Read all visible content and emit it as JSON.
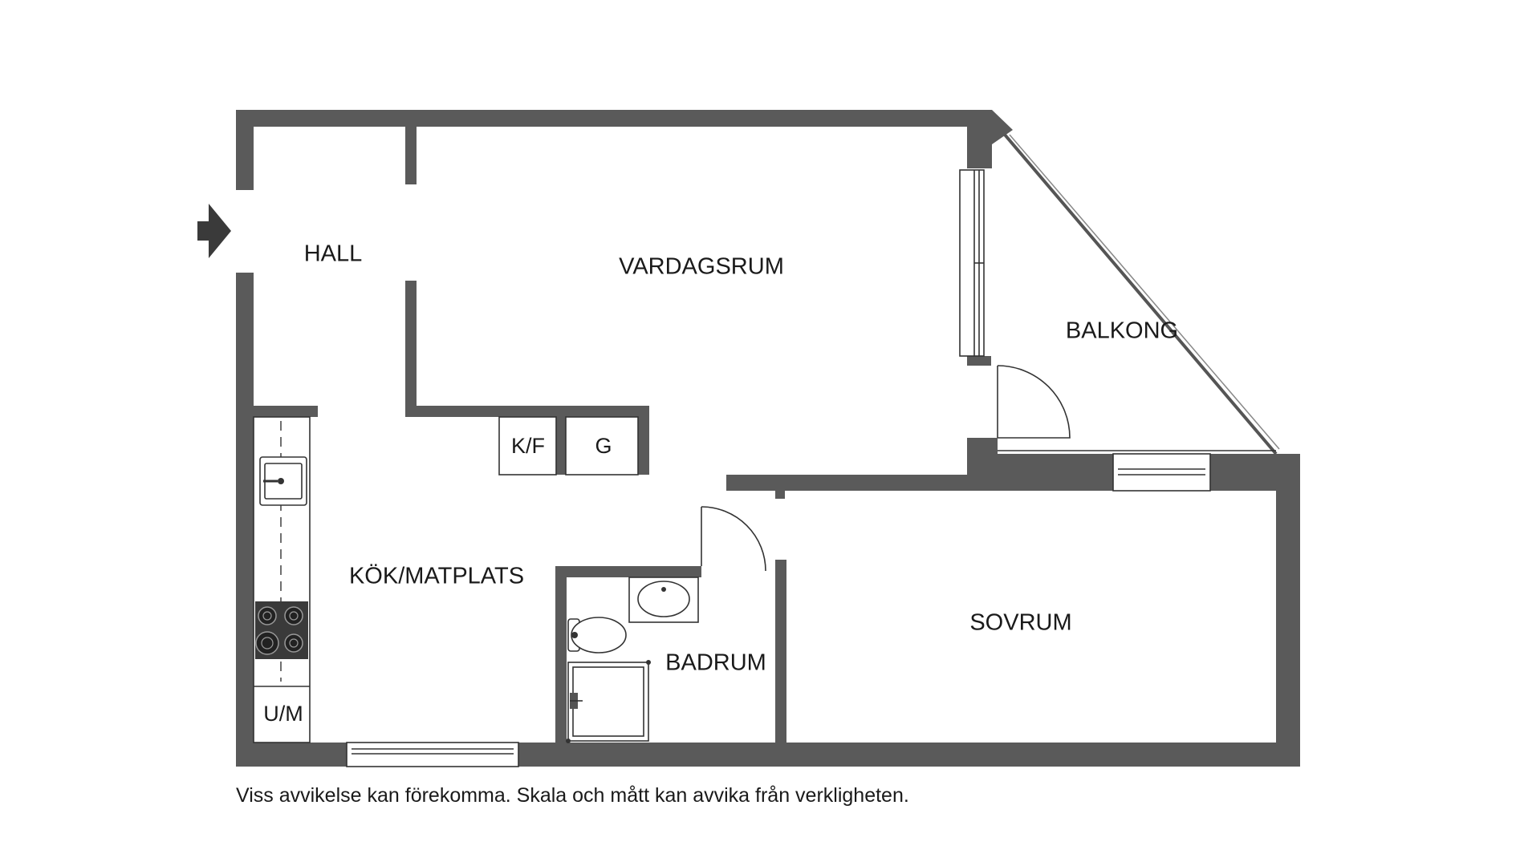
{
  "colors": {
    "wall": "#5a5a5a",
    "line": "#333333",
    "background": "#ffffff",
    "text": "#1a1a1a"
  },
  "rooms": {
    "hall": "HALL",
    "vardagsrum": "VARDAGSRUM",
    "balkong": "BALKONG",
    "kok_matplats": "KÖK/MATPLATS",
    "badrum": "BADRUM",
    "sovrum": "SOVRUM"
  },
  "fixtures": {
    "kyl_frys": "K/F",
    "garderob": "G",
    "tvatt": "U/M"
  },
  "icons": {
    "entrance": "entrance-arrow-icon",
    "sink": "kitchen-sink-icon",
    "stove": "stove-icon",
    "washbasin": "washbasin-icon",
    "toilet": "toilet-icon",
    "shower": "shower-icon"
  },
  "disclaimer": "Viss avvikelse kan förekomma. Skala och mått kan avvika från verkligheten."
}
